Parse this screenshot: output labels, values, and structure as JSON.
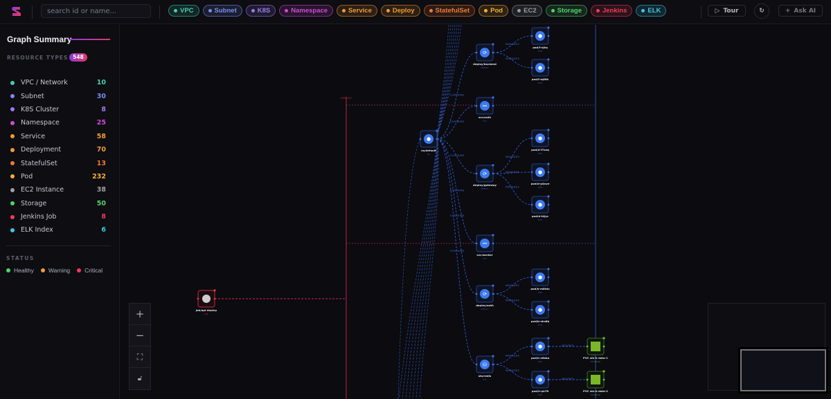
{
  "topbar": {
    "search_placeholder": "search id or name...",
    "chips": [
      {
        "label": "VPC",
        "color": "#3fd0b0"
      },
      {
        "label": "Subnet",
        "color": "#7b8cf0"
      },
      {
        "label": "K8S",
        "color": "#9b7cf0"
      },
      {
        "label": "Namespace",
        "color": "#d04ad8"
      },
      {
        "label": "Service",
        "color": "#f59a2e"
      },
      {
        "label": "Deploy",
        "color": "#f59a2e"
      },
      {
        "label": "StatefulSet",
        "color": "#f27a2e"
      },
      {
        "label": "Pod",
        "color": "#f5b02e"
      },
      {
        "label": "EC2",
        "color": "#9a9aa6"
      },
      {
        "label": "Storage",
        "color": "#4fd46a"
      },
      {
        "label": "Jenkins",
        "color": "#f03a5a"
      },
      {
        "label": "ELK",
        "color": "#3ac8e6"
      }
    ],
    "tour_label": "Tour",
    "ask_ai_label": "Ask AI"
  },
  "sidebar": {
    "title": "Graph Summary",
    "resource_types_label": "RESOURCE TYPES",
    "total": "548",
    "resources": [
      {
        "label": "VPC / Network",
        "count": "10",
        "color": "#3fd0b0"
      },
      {
        "label": "Subnet",
        "count": "30",
        "color": "#7b8cf0"
      },
      {
        "label": "K8S Cluster",
        "count": "8",
        "color": "#9b7cf0"
      },
      {
        "label": "Namespace",
        "count": "25",
        "color": "#d04ad8"
      },
      {
        "label": "Service",
        "count": "58",
        "color": "#f59a2e"
      },
      {
        "label": "Deployment",
        "count": "70",
        "color": "#f59a2e"
      },
      {
        "label": "StatefulSet",
        "count": "13",
        "color": "#f27a2e"
      },
      {
        "label": "Pod",
        "count": "232",
        "color": "#f5b02e"
      },
      {
        "label": "EC2 Instance",
        "count": "38",
        "color": "#a0a0aa"
      },
      {
        "label": "Storage",
        "count": "50",
        "color": "#4fd46a"
      },
      {
        "label": "Jenkins Job",
        "count": "8",
        "color": "#f03a5a"
      },
      {
        "label": "ELK Index",
        "count": "6",
        "color": "#3ac8e6"
      }
    ],
    "status_label": "STATUS",
    "statuses": [
      {
        "label": "Healthy",
        "color": "#4fd46a"
      },
      {
        "label": "Warning",
        "color": "#f59a2e"
      },
      {
        "label": "Critical",
        "color": "#f03a5a"
      }
    ]
  },
  "graph": {
    "nodes": [
      {
        "id": "ns",
        "label": "ns/default",
        "type": "NS",
        "kind": "namespace"
      },
      {
        "id": "dbk",
        "label": "deploy/backend",
        "type": "DEPLOY",
        "kind": "deploy"
      },
      {
        "id": "p1",
        "label": "pod/f-xjkq",
        "type": "POD",
        "kind": "pod"
      },
      {
        "id": "p2",
        "label": "pod/f-wj8tk",
        "type": "POD",
        "kind": "pod"
      },
      {
        "id": "sauth",
        "label": "svc/auth",
        "type": "SVC",
        "kind": "svc"
      },
      {
        "id": "dgw",
        "label": "deploy/gateway",
        "type": "DEPLOY",
        "kind": "deploy"
      },
      {
        "id": "p3",
        "label": "pod/d-f7avq",
        "type": "POD",
        "kind": "pod"
      },
      {
        "id": "p4",
        "label": "pod/d-p4nye",
        "type": "POD",
        "kind": "pod"
      },
      {
        "id": "p5",
        "label": "pod/d-t4jyc",
        "type": "POD",
        "kind": "pod"
      },
      {
        "id": "swk",
        "label": "svc/worker",
        "type": "SVC",
        "kind": "svc"
      },
      {
        "id": "dau",
        "label": "deploy/auth",
        "type": "DEPLOY",
        "kind": "deploy"
      },
      {
        "id": "p6",
        "label": "pod/b-m8tdx",
        "type": "POD",
        "kind": "pod"
      },
      {
        "id": "p7",
        "label": "pod/b-shx8b",
        "type": "POD",
        "kind": "pod"
      },
      {
        "id": "sts",
        "label": "sts/redis",
        "type": "STS",
        "kind": "sts"
      },
      {
        "id": "p8",
        "label": "pod/h-x6sba",
        "type": "POD",
        "kind": "pod"
      },
      {
        "id": "p9",
        "label": "pod/h-pk7fi",
        "type": "POD",
        "kind": "pod"
      },
      {
        "id": "pvc1",
        "label": "PVC sts-h-data-1",
        "type": "STORAGE",
        "kind": "pvc"
      },
      {
        "id": "pvc2",
        "label": "PVC sts-h-data-2",
        "type": "STORAGE",
        "kind": "pvc"
      },
      {
        "id": "job",
        "label": "job/api-deploy",
        "type": "JOB",
        "kind": "job"
      }
    ],
    "edges": [
      {
        "from": "ns",
        "to": "dbk",
        "label": "CONTAINS"
      },
      {
        "from": "ns",
        "to": "sauth",
        "label": "CONTAINS"
      },
      {
        "from": "ns",
        "to": "dgw",
        "label": "CONTAINS"
      },
      {
        "from": "ns",
        "to": "swk",
        "label": "CONTAINS"
      },
      {
        "from": "ns",
        "to": "dau",
        "label": "CONTAINS"
      },
      {
        "from": "ns",
        "to": "sts",
        "label": "CONTAINS"
      },
      {
        "from": "dbk",
        "to": "p1",
        "label": "MANAGES"
      },
      {
        "from": "dbk",
        "to": "p2",
        "label": "MANAGES"
      },
      {
        "from": "dgw",
        "to": "p3",
        "label": "MANAGES"
      },
      {
        "from": "dgw",
        "to": "p4",
        "label": "MANAGES"
      },
      {
        "from": "dgw",
        "to": "p5",
        "label": "MANAGES"
      },
      {
        "from": "dau",
        "to": "p6",
        "label": "MANAGES"
      },
      {
        "from": "dau",
        "to": "p7",
        "label": "MANAGES"
      },
      {
        "from": "sts",
        "to": "p8",
        "label": "MANAGES"
      },
      {
        "from": "sts",
        "to": "p9",
        "label": "MANAGES"
      },
      {
        "from": "p8",
        "to": "pvc1",
        "label": "MOUNTS"
      },
      {
        "from": "p9",
        "to": "pvc2",
        "label": "MOUNTS"
      }
    ],
    "deploys_label": "DEPLOYS"
  },
  "controls": {
    "zoom_in": "+",
    "zoom_out": "−"
  }
}
